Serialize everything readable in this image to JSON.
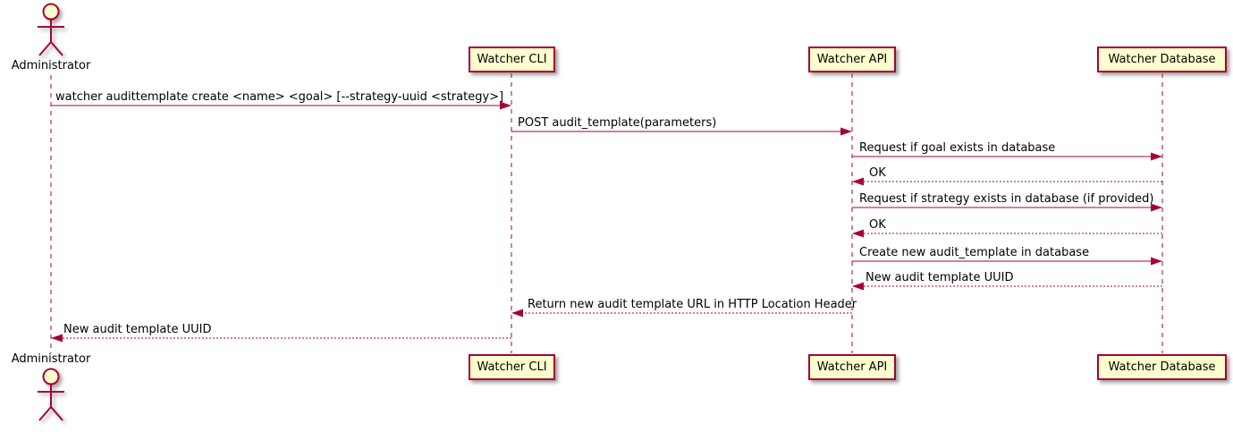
{
  "diagram_type": "uml-sequence-diagram",
  "actor": {
    "label_top": "Administrator",
    "label_bottom": "Administrator"
  },
  "participants": {
    "cli": "Watcher CLI",
    "api": "Watcher API",
    "db": "Watcher Database"
  },
  "messages": [
    {
      "from": "Administrator",
      "to": "Watcher CLI",
      "style": "solid",
      "label": "watcher audittemplate create <name> <goal> [--strategy-uuid <strategy>]"
    },
    {
      "from": "Watcher CLI",
      "to": "Watcher API",
      "style": "solid",
      "label": "POST audit_template(parameters)"
    },
    {
      "from": "Watcher API",
      "to": "Watcher Database",
      "style": "solid",
      "label": "Request if goal exists in database"
    },
    {
      "from": "Watcher Database",
      "to": "Watcher API",
      "style": "dashed",
      "label": "OK"
    },
    {
      "from": "Watcher API",
      "to": "Watcher Database",
      "style": "solid",
      "label": "Request if strategy exists in database (if provided)"
    },
    {
      "from": "Watcher Database",
      "to": "Watcher API",
      "style": "dashed",
      "label": "OK"
    },
    {
      "from": "Watcher API",
      "to": "Watcher Database",
      "style": "solid",
      "label": "Create new audit_template in database"
    },
    {
      "from": "Watcher Database",
      "to": "Watcher API",
      "style": "dashed",
      "label": "New audit template UUID"
    },
    {
      "from": "Watcher API",
      "to": "Watcher CLI",
      "style": "dashed",
      "label": "Return new audit template URL in HTTP Location Header"
    },
    {
      "from": "Watcher CLI",
      "to": "Administrator",
      "style": "dashed",
      "label": "New audit template UUID"
    }
  ],
  "colors": {
    "stroke": "#A80036",
    "participant_fill": "#FEFECE",
    "text": "#000000"
  }
}
